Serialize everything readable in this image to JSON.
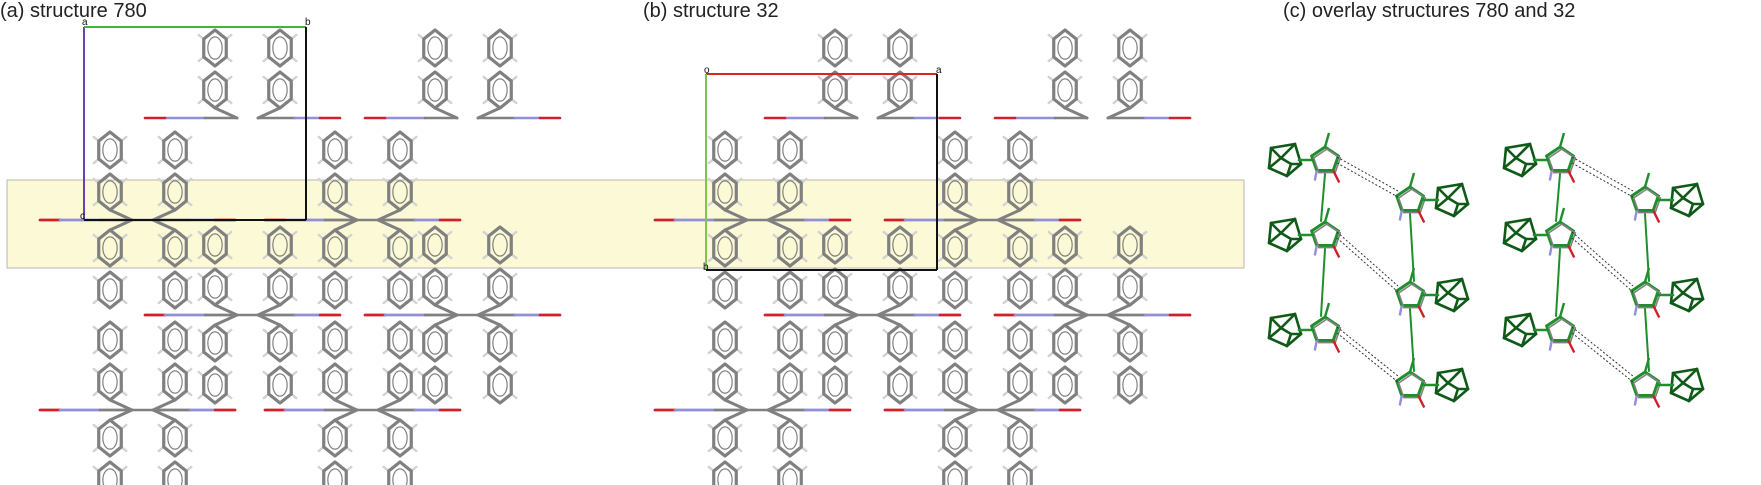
{
  "panels": [
    {
      "title": "(a) structure 780",
      "axes": {
        "a": "a",
        "b": "b",
        "c": "c"
      }
    },
    {
      "title": "(b) structure 32",
      "axes": {
        "o": "o",
        "a": "a",
        "b": "b"
      }
    },
    {
      "title": "(c) overlay structures 780 and 32"
    }
  ],
  "colors": {
    "carbon": "#808080",
    "hydrogen": "#d2d2d2",
    "oxygen": "#d0202a",
    "nitrogen": "#9090d8",
    "highlight": "#fbf9d6",
    "overlay_green": "#1e8f2c",
    "overlay_darkgreen": "#0f5a18",
    "axis_a_780": "#6a3fb8",
    "axis_b_780": "#43b53a",
    "axis_a_32": "#d42a1e",
    "axis_b_32": "#7bc845",
    "axis_c": "#111111"
  }
}
